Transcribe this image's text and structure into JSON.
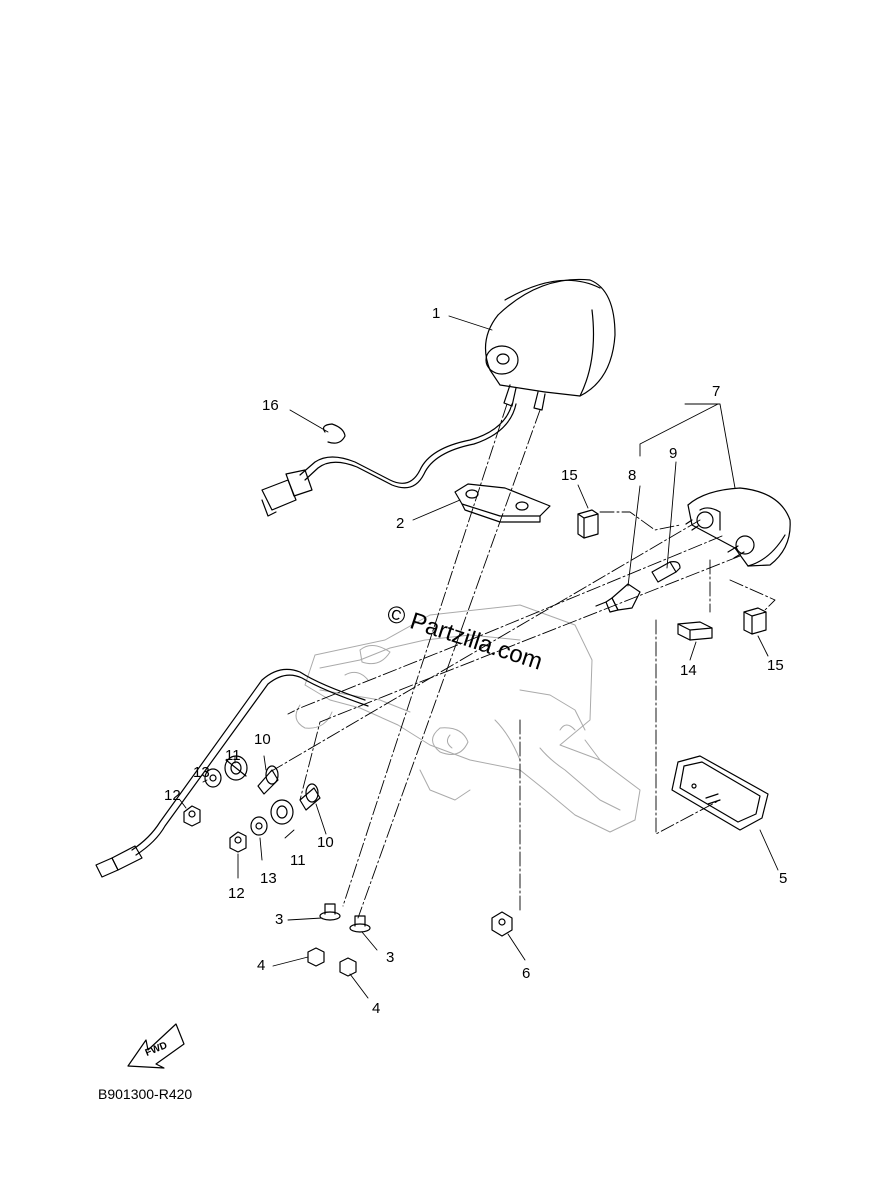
{
  "diagram_code": "B901300-R420",
  "watermark": "© Partzilla.com",
  "fwd_label": "FWD",
  "parts": [
    {
      "id": "1"
    },
    {
      "id": "2"
    },
    {
      "id": "3"
    },
    {
      "id": "3"
    },
    {
      "id": "4"
    },
    {
      "id": "4"
    },
    {
      "id": "5"
    },
    {
      "id": "6"
    },
    {
      "id": "7"
    },
    {
      "id": "8"
    },
    {
      "id": "9"
    },
    {
      "id": "10"
    },
    {
      "id": "10"
    },
    {
      "id": "11"
    },
    {
      "id": "11"
    },
    {
      "id": "12"
    },
    {
      "id": "12"
    },
    {
      "id": "13"
    },
    {
      "id": "13"
    },
    {
      "id": "14"
    },
    {
      "id": "15"
    },
    {
      "id": "15"
    },
    {
      "id": "16"
    }
  ]
}
